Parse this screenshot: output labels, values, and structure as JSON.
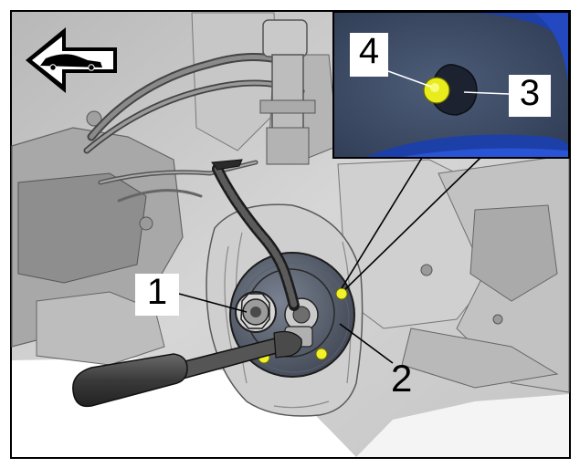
{
  "diagram": {
    "callouts": {
      "c1": "1",
      "c2": "2",
      "c3": "3",
      "c4": "4"
    },
    "direction_icon": "arrow-left-car-icon",
    "colors": {
      "frame": "#000000",
      "background": "#ffffff",
      "photo_light": "#d8d8d8",
      "photo_mid": "#9c9c9c",
      "photo_dark": "#555555",
      "inset_bg": "#3a4a63",
      "inset_rim": "#1d3fa8",
      "bolt_yellow": "#f2f22a",
      "tool_dark": "#3c3c3c"
    }
  }
}
